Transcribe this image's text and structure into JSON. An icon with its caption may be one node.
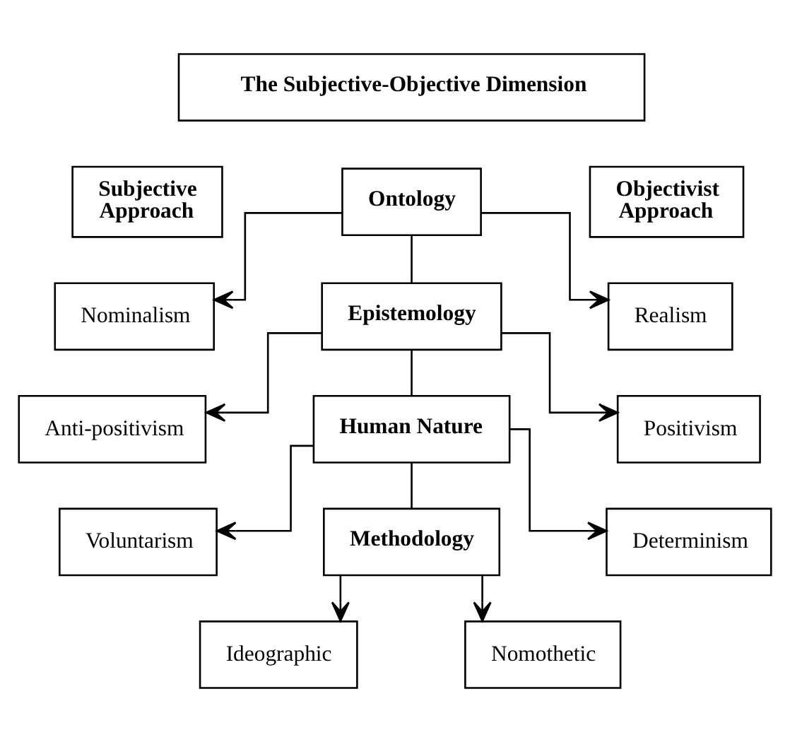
{
  "diagram": {
    "nodes": [
      {
        "text": [
          "The Subjective-Objective Dimension"
        ]
      },
      {
        "text": [
          "Subjective Approach"
        ]
      },
      {
        "text": [
          "Objectivist Approach"
        ]
      },
      {
        "text": [
          "Ontology"
        ]
      },
      {
        "text": [
          "Nominalism"
        ]
      },
      {
        "text": [
          "Realism"
        ]
      },
      {
        "text": [
          "Epistemology"
        ]
      },
      {
        "text": [
          "Anti-positivism"
        ]
      },
      {
        "text": [
          "Positivism"
        ]
      },
      {
        "text": [
          "Human Nature"
        ]
      },
      {
        "text": [
          "Voluntarism"
        ]
      },
      {
        "text": [
          "Determinism"
        ]
      },
      {
        "text": [
          "Methodology"
        ]
      },
      {
        "text": [
          "Ideographic"
        ]
      },
      {
        "text": [
          "Nomothetic"
        ]
      }
    ],
    "edges": [
      {
        "from": 3,
        "to": 4,
        "arrow": "to"
      },
      {
        "from": 3,
        "to": 5,
        "arrow": "to"
      },
      {
        "from": 3,
        "to": 6,
        "arrow": "none"
      },
      {
        "from": 6,
        "to": 7,
        "arrow": "to"
      },
      {
        "from": 6,
        "to": 8,
        "arrow": "to"
      },
      {
        "from": 6,
        "to": 9,
        "arrow": "none"
      },
      {
        "from": 9,
        "to": 10,
        "arrow": "to"
      },
      {
        "from": 9,
        "to": 11,
        "arrow": "to"
      },
      {
        "from": 9,
        "to": 12,
        "arrow": "none"
      },
      {
        "from": 12,
        "to": 13,
        "arrow": "to"
      },
      {
        "from": 12,
        "to": 14,
        "arrow": "to"
      }
    ]
  }
}
